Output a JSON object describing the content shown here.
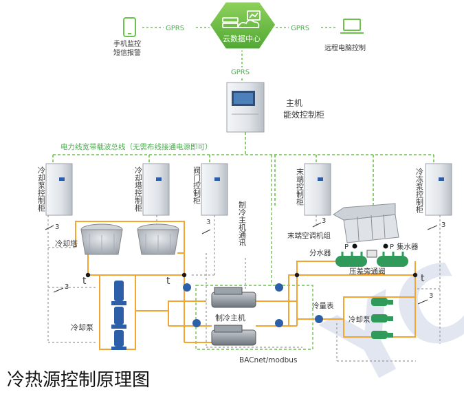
{
  "cloud": {
    "label": "云数据中心"
  },
  "gprs": [
    "GPRS",
    "GPRS",
    "GPRS"
  ],
  "phone": {
    "line1": "手机监控",
    "line2": "短信报警"
  },
  "remote_pc": {
    "label": "远程电脑控制"
  },
  "main_cabinet": {
    "line1": "主机",
    "line2": "能效控制柜"
  },
  "bus_label": "电力线宽带载波总线（无需布线接通电源即可）",
  "cabinets": {
    "cooling_pump": "冷却泵控制柜",
    "cooling_tower": "冷却塔控制柜",
    "valve": "阀门控制柜",
    "chiller_comm": "制冷主机通讯",
    "terminal": "末端控制柜",
    "freeze_pump": "冷冻泵控制柜"
  },
  "labels": {
    "cooling_tower": "冷却塔",
    "cooling_pump": "冷却泵",
    "chiller": "制冷主机",
    "ahu": "末端空调机组",
    "distributor": "分水器",
    "collector": "集水器",
    "bypass": "压差旁通阀",
    "flowmeter": "冷量表",
    "freeze_pump": "冷却泵",
    "protocol": "BACnet/modbus"
  },
  "markers": {
    "t": "t",
    "p": "P",
    "three": "3"
  },
  "watermark": "YCS",
  "title": "冷热源控制原理图",
  "colors": {
    "green": "#6cc24a",
    "orange": "#f3a530",
    "gray_dash": "#9a9a9a",
    "blue": "#2d5fa8"
  }
}
